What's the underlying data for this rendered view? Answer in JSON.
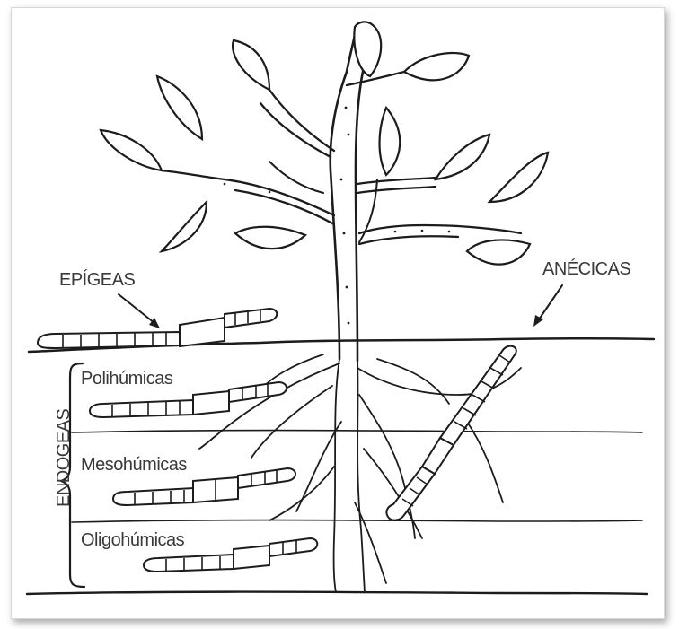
{
  "labels": {
    "epigeas": "EPÍGEAS",
    "anecicas": "ANÉCICAS",
    "endogeas": "ENDOGEAS",
    "polihumicas": "Polihúmicas",
    "mesohumicas": "Mesohúmicas",
    "oligohumicas": "Oligohúmicas"
  }
}
